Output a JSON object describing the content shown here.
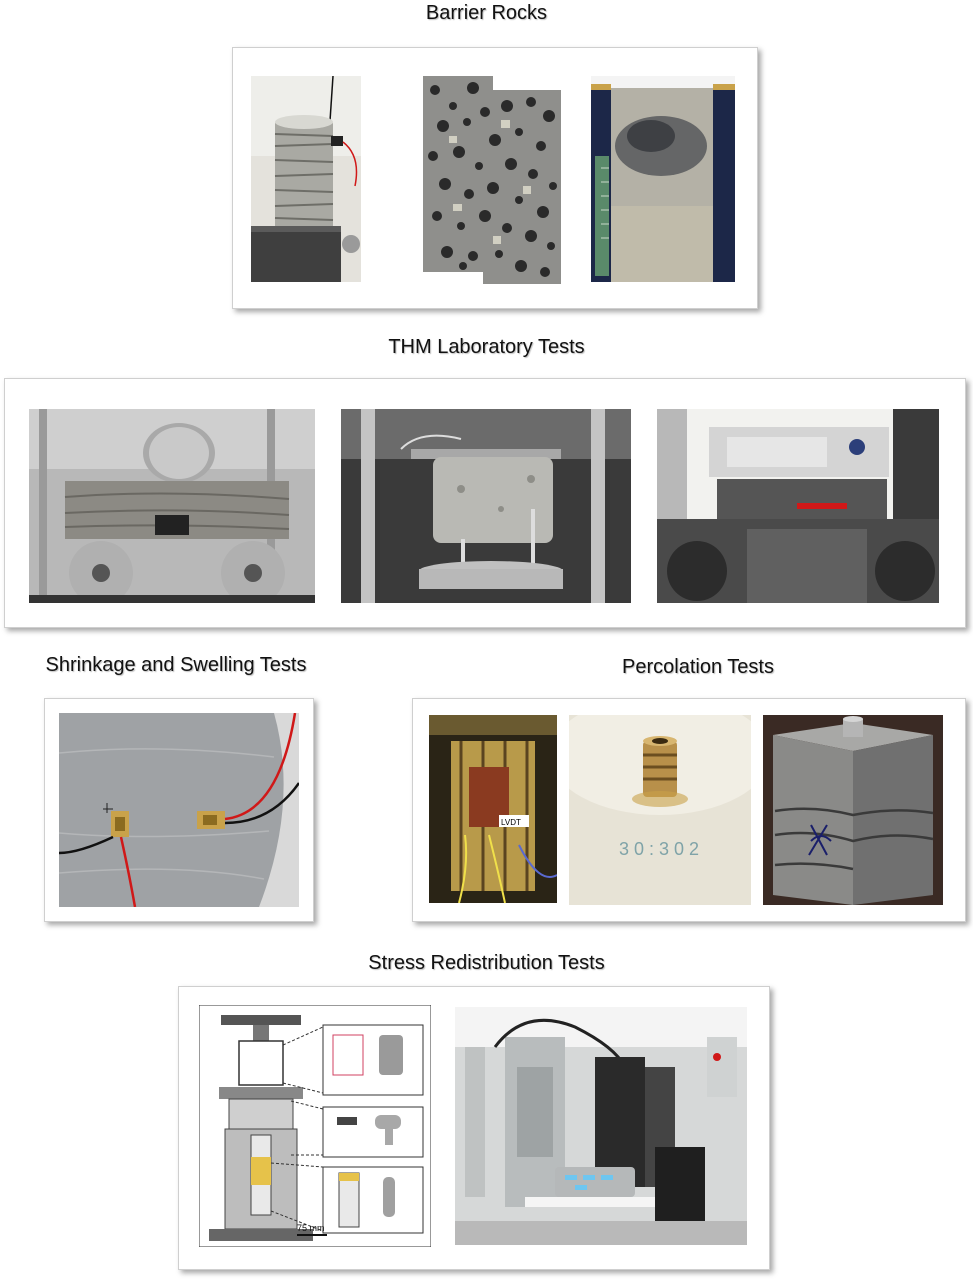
{
  "sections": {
    "barrier_rocks": {
      "title": "Barrier Rocks"
    },
    "thm_tests": {
      "title": "THM Laboratory Tests"
    },
    "shrinkage": {
      "title": "Shrinkage and Swelling Tests"
    },
    "percolation": {
      "title": "Percolation Tests"
    },
    "stress": {
      "title": "Stress Redistribution Tests"
    }
  },
  "labels": {
    "scale_bar": "75 mm",
    "lvdt": "LVDT",
    "sample_marking": "3 0 : 3 0 2"
  },
  "colors": {
    "panel_border": "#cfcfcf",
    "wire_red": "#d01818",
    "granite_dark": "#2a2a2a",
    "brass": "#c9a24a"
  }
}
